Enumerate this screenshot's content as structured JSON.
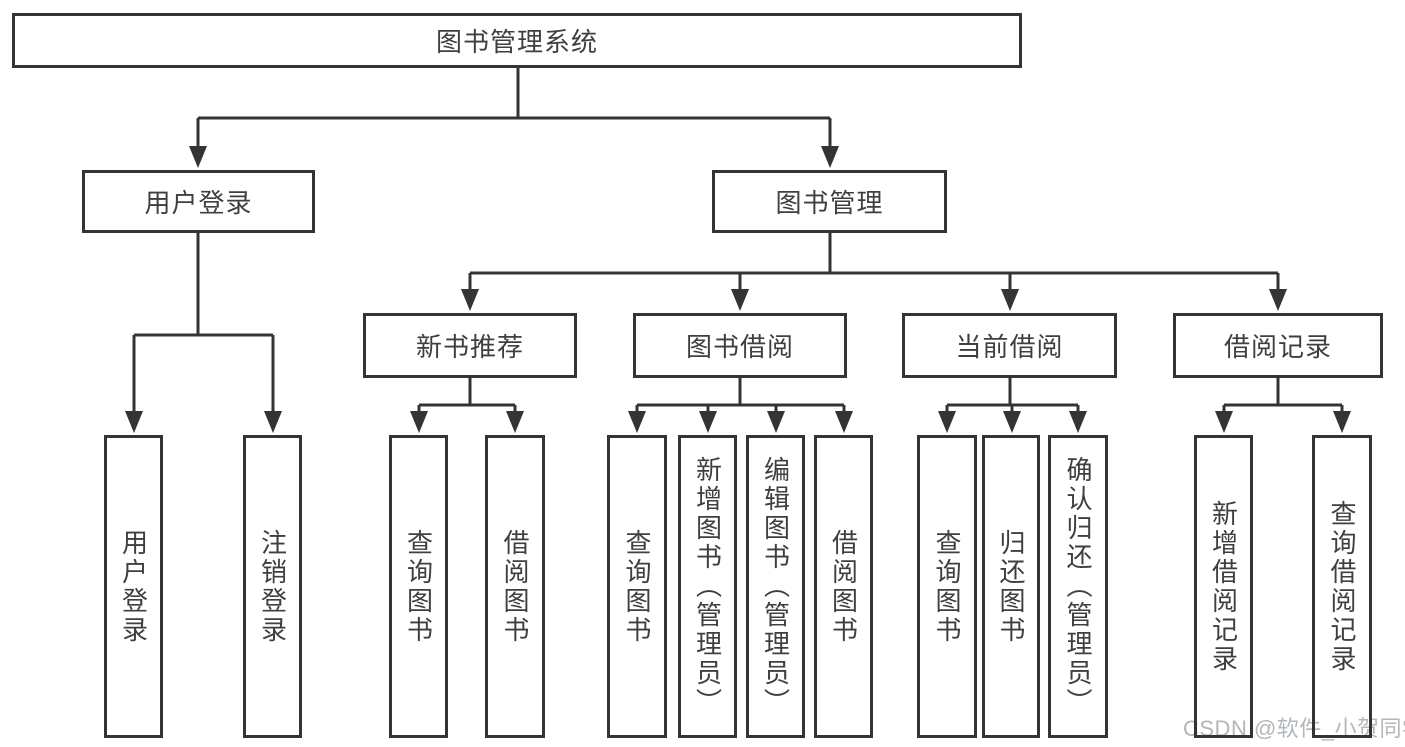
{
  "diagram": {
    "root": {
      "label": "图书管理系统"
    },
    "branches": [
      {
        "label": "用户登录",
        "children": [
          {
            "label": "用户登录"
          },
          {
            "label": "注销登录"
          }
        ]
      },
      {
        "label": "图书管理",
        "children": [
          {
            "label": "新书推荐",
            "children": [
              {
                "label": "查询图书"
              },
              {
                "label": "借阅图书"
              }
            ]
          },
          {
            "label": "图书借阅",
            "children": [
              {
                "label": "查询图书"
              },
              {
                "label": "新增图书（管理员）"
              },
              {
                "label": "编辑图书（管理员）"
              },
              {
                "label": "借阅图书"
              }
            ]
          },
          {
            "label": "当前借阅",
            "children": [
              {
                "label": "查询图书"
              },
              {
                "label": "归还图书"
              },
              {
                "label": "确认归还（管理员）"
              }
            ]
          },
          {
            "label": "借阅记录",
            "children": [
              {
                "label": "新增借阅记录"
              },
              {
                "label": "查询借阅记录"
              }
            ]
          }
        ]
      }
    ]
  },
  "watermark": {
    "text": "CSDN @软件_小贺同学"
  },
  "colors": {
    "line": "#343434",
    "box_border": "#343434",
    "text": "#3f3f3f",
    "watermark": "#b2b7bb",
    "background": "#ffffff"
  }
}
